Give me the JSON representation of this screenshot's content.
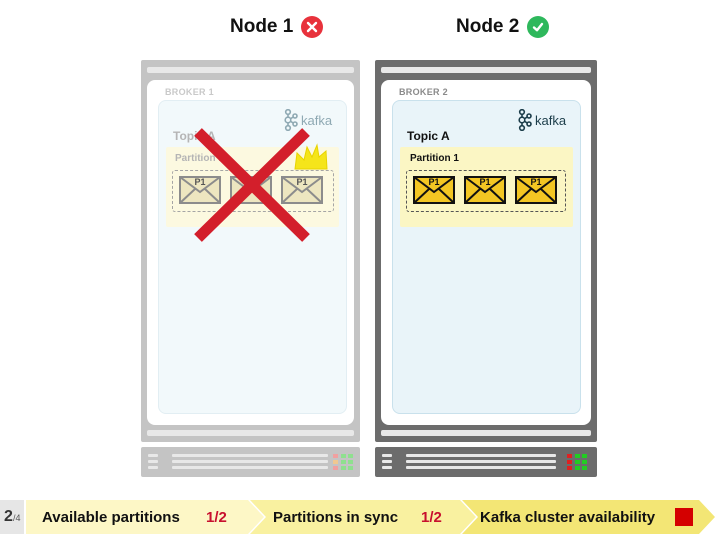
{
  "nodes": [
    {
      "title": "Node 1",
      "status": "down",
      "status_icon": "x-icon",
      "status_color": "#e8323c"
    },
    {
      "title": "Node 2",
      "status": "up",
      "status_icon": "check-icon",
      "status_color": "#2eb85c"
    }
  ],
  "brokers": [
    {
      "label": "BROKER 1",
      "topic": "Topic A",
      "partition": "Partition 1",
      "logo_text": "kafka",
      "messages": [
        "P1",
        "P1",
        "P1"
      ],
      "leader": true,
      "failed": true
    },
    {
      "label": "BROKER 2",
      "topic": "Topic A",
      "partition": "Partition 1",
      "logo_text": "kafka",
      "messages": [
        "P1",
        "P1",
        "P1"
      ],
      "leader": false,
      "failed": false
    }
  ],
  "footer": {
    "step_current": "2",
    "step_total": "/4",
    "items": [
      {
        "label": "Available partitions",
        "value": "1/2"
      },
      {
        "label": "Partitions in sync",
        "value": "1/2"
      },
      {
        "label": "Kafka cluster availability",
        "indicator_color": "#d40000"
      }
    ]
  },
  "colors": {
    "partition_fill": "#fbf6c4",
    "envelope_fill": "#f3c623",
    "broker_panel": "#e9f4f9",
    "failed_cross": "#d31f2b",
    "footer_bar": "#fbf3a8"
  }
}
